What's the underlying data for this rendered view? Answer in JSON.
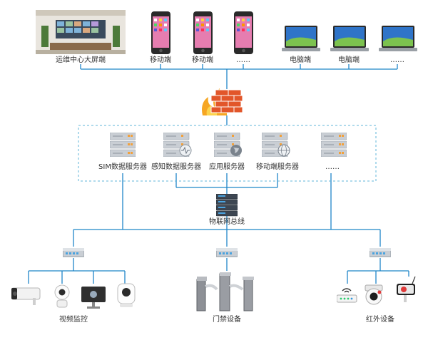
{
  "colors": {
    "line": "#1f86c8",
    "dashed_box": "#5fb4d8",
    "server": "#c9ced4",
    "firewall": "#e2562a",
    "flame": "#f6a623"
  },
  "top_devices": [
    {
      "label": "运维中心大屏端",
      "icon": "video-wall-icon"
    },
    {
      "label": "移动端",
      "icon": "smartphone-icon"
    },
    {
      "label": "移动端",
      "icon": "smartphone-icon"
    },
    {
      "label": "……",
      "icon": "smartphone-icon"
    },
    {
      "label": "电脑端",
      "icon": "laptop-icon"
    },
    {
      "label": "电脑端",
      "icon": "laptop-icon"
    },
    {
      "label": "……",
      "icon": "laptop-icon"
    }
  ],
  "firewall": {
    "icon": "firewall-icon"
  },
  "servers": [
    {
      "label": "SIM数据服务器",
      "icon": "server-icon"
    },
    {
      "label": "感知数据服务器",
      "icon": "server-icon"
    },
    {
      "label": "应用服务器",
      "icon": "server-icon"
    },
    {
      "label": "移动端服务器",
      "icon": "server-icon"
    },
    {
      "label": "……",
      "icon": "server-icon"
    }
  ],
  "bus": {
    "label": "物联网总线",
    "icon": "switch-icon"
  },
  "groups": [
    {
      "label": "视频监控",
      "icon": "camera-group-icon"
    },
    {
      "label": "门禁设备",
      "icon": "turnstile-icon"
    },
    {
      "label": "红外设备",
      "icon": "infrared-group-icon"
    }
  ]
}
